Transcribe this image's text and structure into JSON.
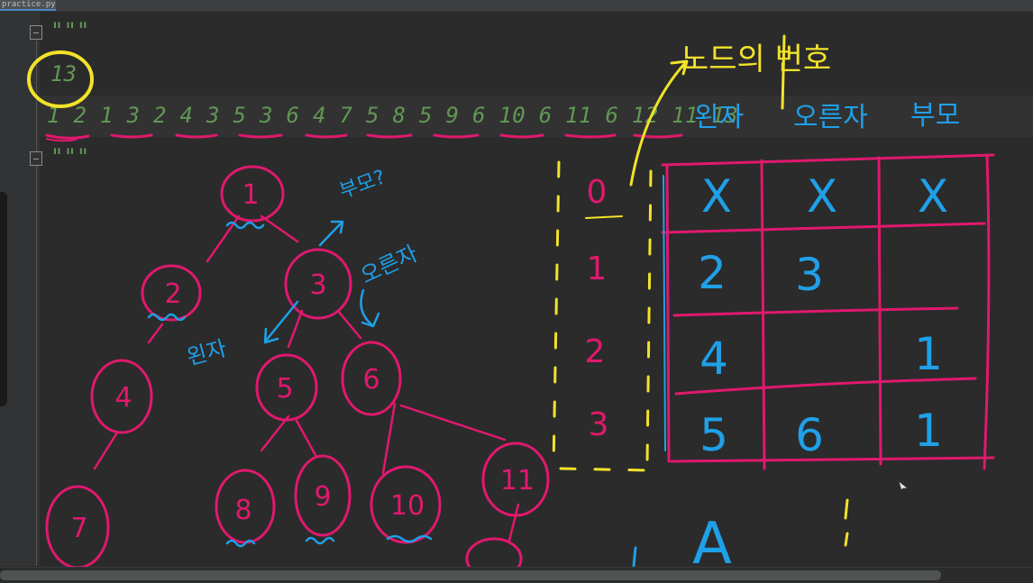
{
  "editor": {
    "tab_label": "practice.py",
    "docstring_open": "\"\"\"",
    "line_count": "13",
    "edge_list": "1 2 1 3 2 4 3 5 3 6 4 7 5 8 5 9 6 10 6 11 6 12 11 13",
    "docstring_close": "\"\"\""
  },
  "annotations": {
    "node_number_label": "노드의 번호",
    "left_child": "왼자",
    "right_child": "오른자",
    "parent": "부모",
    "parent_q": "부모?",
    "tree_left_child": "왼자",
    "tree_right_child": "오른자",
    "tree_nodes": [
      "1",
      "2",
      "3",
      "4",
      "5",
      "6",
      "7",
      "8",
      "9",
      "10",
      "11"
    ],
    "index_column": [
      "0",
      "1",
      "2",
      "3"
    ],
    "table": [
      [
        "X",
        "X",
        "X"
      ],
      [
        "2",
        "3",
        ""
      ],
      [
        "4",
        "",
        "1"
      ],
      [
        "5",
        "6",
        "1"
      ]
    ],
    "bottom_mark": "A"
  },
  "colors": {
    "background": "#2b2b2b",
    "docstring_green": "#629755",
    "pen_pink": "#e0196e",
    "pen_blue": "#1fa0e8",
    "pen_yellow": "#f2e22a"
  },
  "icons": [
    "fold-marker-icon",
    "mouse-cursor-icon"
  ]
}
